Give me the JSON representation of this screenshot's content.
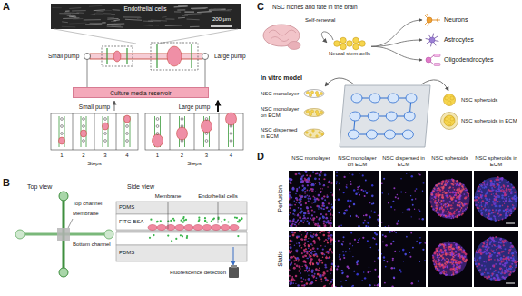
{
  "diagram": {
    "nodes": [
      {
        "text": [
          "Culture media reservoir"
        ]
      },
      {
        "text": [
          "Neural stem cells"
        ]
      },
      {
        "text": [
          "Neurons"
        ]
      },
      {
        "text": [
          "Astrocytes"
        ]
      },
      {
        "text": [
          "Oligodendrocytes"
        ]
      }
    ],
    "edges": [
      {
        "from": 1,
        "to": 2,
        "arrow": "to"
      },
      {
        "from": 1,
        "to": 3,
        "arrow": "to"
      },
      {
        "from": 1,
        "to": 4,
        "arrow": "to"
      }
    ],
    "labels": [
      "A",
      "Endothelial cells",
      "200 μm",
      "Small pump",
      "Large pump",
      "Small pump",
      "Large pump",
      "1",
      "2",
      "3",
      "4",
      "Steps",
      "1",
      "2",
      "3",
      "4",
      "Steps",
      "B",
      "Top view",
      "Top channel",
      "Membrane",
      "Bottom channel",
      "Side view",
      "Membrane",
      "Endothelial cells",
      "FITC-BSA",
      "PDMS",
      "PDMS",
      "Fluorescence detection",
      "C",
      "NSC niches and fate in the brain",
      "Self-renewal",
      "In vitro model",
      "NSC monolayer",
      "NSC monolayer on ECM",
      "NSC dispersed in ECM",
      "NSC spheroids",
      "NSC spheroids in ECM",
      "D",
      "NSC monolayer",
      "NSC monolayer on ECM",
      "NSC dispersed in ECM",
      "NSC spheroids",
      "NSC spheroids in ECM",
      "Perfusion",
      "Static"
    ]
  }
}
